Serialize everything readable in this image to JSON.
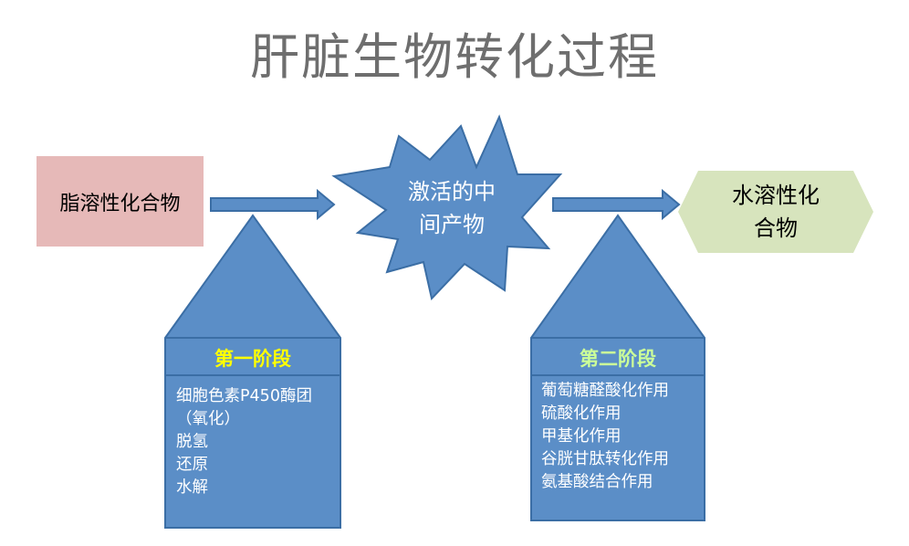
{
  "title": "肝脏生物转化过程",
  "lipid_compound": "脂溶性化合物",
  "intermediate": [
    "激活的中",
    "间产物"
  ],
  "water_compound": [
    "水溶性化",
    "合物"
  ],
  "stage1": {
    "title": "第一阶段",
    "items": [
      "细胞色素P450酶团",
      "（氧化）",
      "脱氢",
      "还原",
      "水解"
    ]
  },
  "stage2": {
    "title": "第二阶段",
    "items": [
      "葡萄糖醛酸化作用",
      "硫酸化作用",
      "甲基化作用",
      "谷胱甘肽转化作用",
      "氨基酸结合作用"
    ]
  },
  "colors": {
    "blue_fill": "#5b8ec7",
    "blue_stroke": "#3b6ea5",
    "pink_box": "#e6b9b8",
    "green_hex": "#d7e4bd",
    "stage1_title": "#ffff00",
    "stage2_title": "#ccff99"
  }
}
